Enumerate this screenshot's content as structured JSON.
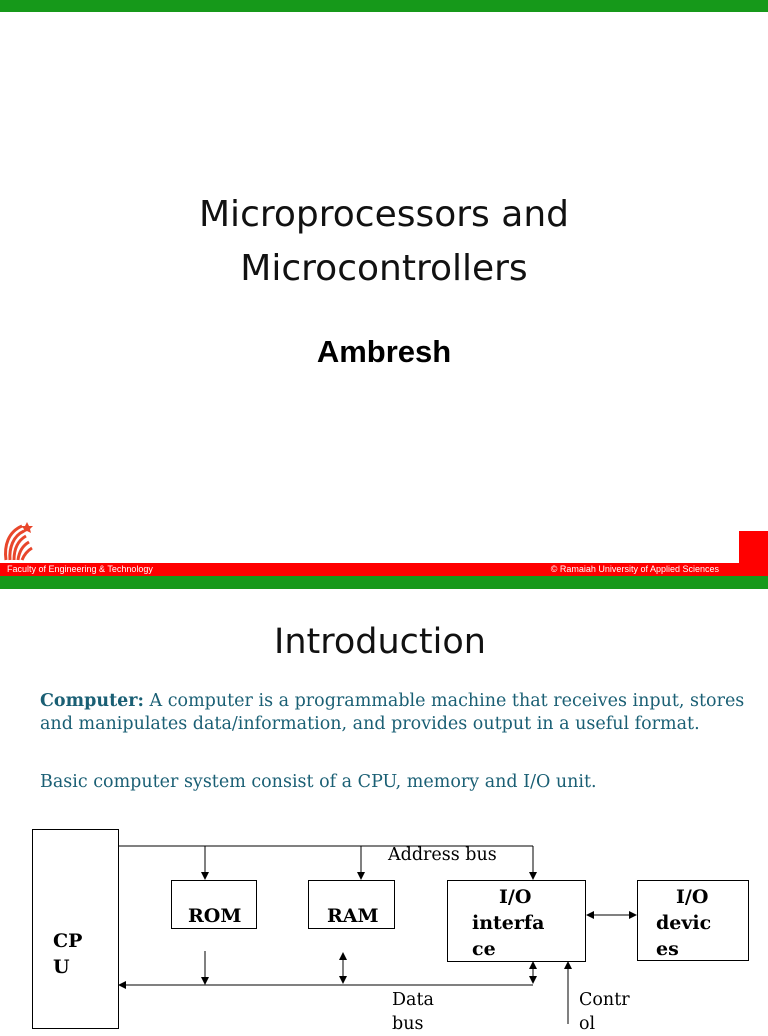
{
  "slide1": {
    "title_line1": "Microprocessors and",
    "title_line2": "Microcontrollers",
    "author": "Ambresh",
    "footer_left": "Faculty of Engineering & Technology",
    "footer_right": "© Ramaiah University of Applied Sciences",
    "colors": {
      "green": "#16991a",
      "red": "#ff0000"
    }
  },
  "slide2": {
    "title": "Introduction",
    "para1_term": "Computer:",
    "para1_text": " A computer is a programmable machine that receives input, stores and  manipulates data/information, and provides output in a useful format.",
    "para2": "Basic computer system consist of a CPU, memory and I/O unit.",
    "text_color": "#1a5f74",
    "diagram": {
      "cpu_line1": "CP",
      "cpu_line2": "U",
      "rom": "ROM",
      "ram": "RAM",
      "io_interface_line1": "I/O",
      "io_interface_line2": "interfa",
      "io_interface_line3": "ce",
      "io_devices_line1": "I/O",
      "io_devices_line2": "devic",
      "io_devices_line3": "es",
      "address_bus": "Address bus",
      "data_bus_line1": "Data",
      "data_bus_line2": "bus",
      "control_line1": "Contr",
      "control_line2": "ol"
    }
  }
}
